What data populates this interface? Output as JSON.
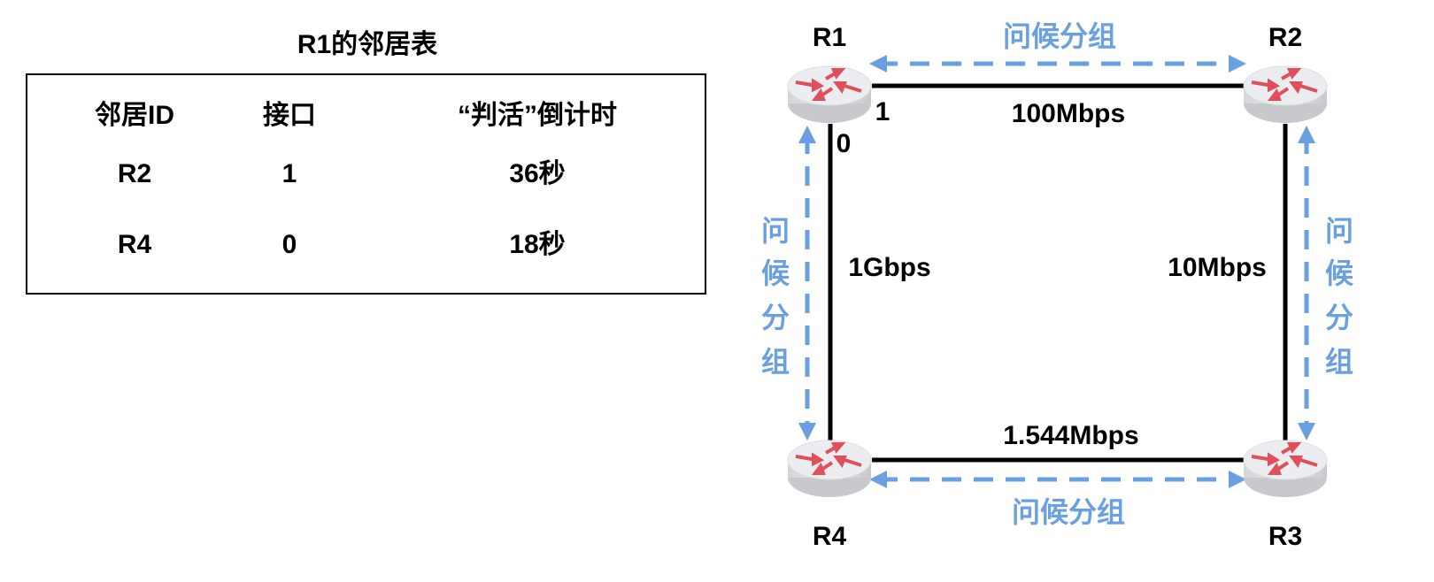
{
  "table": {
    "title": "R1的邻居表",
    "headers": [
      "邻居ID",
      "接口",
      "“判活”倒计时"
    ],
    "rows": [
      [
        "R2",
        "1",
        "36秒"
      ],
      [
        "R4",
        "0",
        "18秒"
      ]
    ]
  },
  "routers": {
    "r1": "R1",
    "r2": "R2",
    "r3": "R3",
    "r4": "R4"
  },
  "links": {
    "r1_r2": "100Mbps",
    "r1_r4": "1Gbps",
    "r2_r3": "10Mbps",
    "r4_r3": "1.544Mbps"
  },
  "interfaces": {
    "r1_to_r2": "1",
    "r1_to_r4": "0"
  },
  "hello": {
    "label": "问候分组",
    "chars": [
      "问",
      "候",
      "分",
      "组"
    ]
  },
  "colors": {
    "hello": "#6aa0e0",
    "arrow": "#e0505a"
  }
}
